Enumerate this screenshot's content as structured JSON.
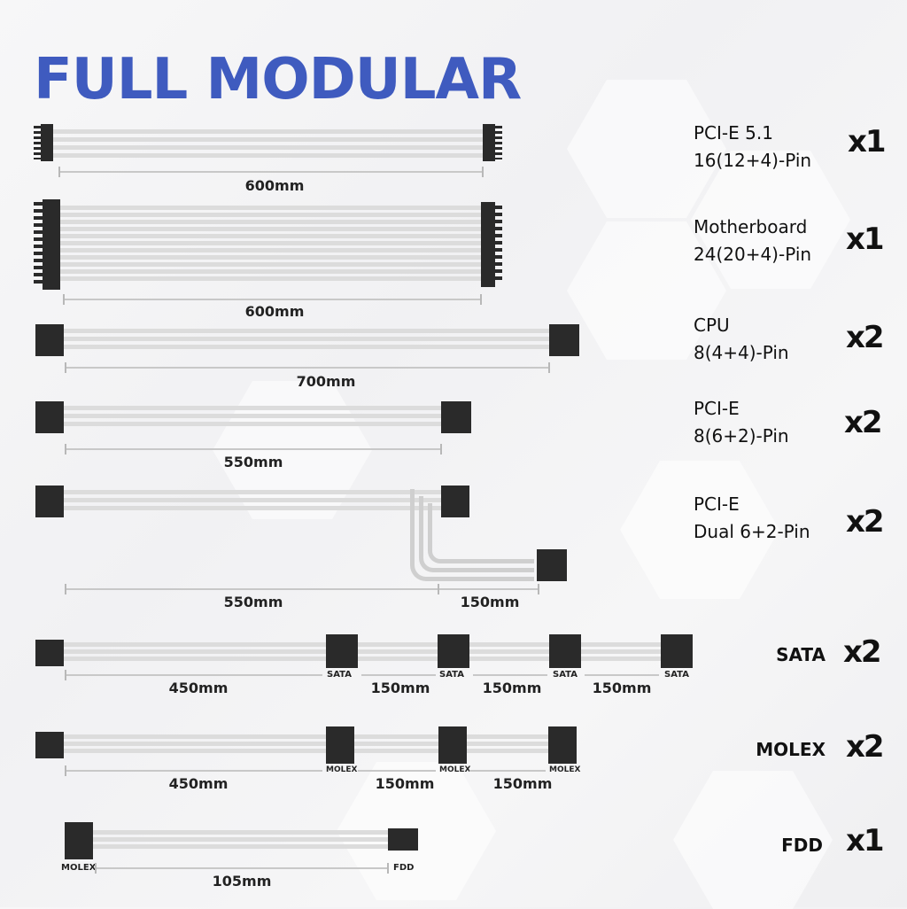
{
  "title": "FULL MODULAR",
  "colors": {
    "title": "#3f5bbf",
    "connector": "#2a2a2a",
    "wire": "#dcdcdc"
  },
  "cables": [
    {
      "name_line1": "PCI-E 5.1",
      "name_line2": "16(12+4)-Pin",
      "qty": "x1",
      "lengths": [
        "600mm"
      ]
    },
    {
      "name_line1": "Motherboard",
      "name_line2": "24(20+4)-Pin",
      "qty": "x1",
      "lengths": [
        "600mm"
      ]
    },
    {
      "name_line1": "CPU",
      "name_line2": "8(4+4)-Pin",
      "qty": "x2",
      "lengths": [
        "700mm"
      ]
    },
    {
      "name_line1": "PCI-E",
      "name_line2": "8(6+2)-Pin",
      "qty": "x2",
      "lengths": [
        "550mm"
      ]
    },
    {
      "name_line1": "PCI-E",
      "name_line2": "Dual 6+2-Pin",
      "qty": "x2",
      "lengths": [
        "550mm",
        "150mm"
      ]
    },
    {
      "name_line1": "SATA",
      "qty": "x2",
      "lengths": [
        "450mm",
        "150mm",
        "150mm",
        "150mm"
      ],
      "connector_tags": [
        "SATA",
        "SATA",
        "SATA",
        "SATA"
      ]
    },
    {
      "name_line1": "MOLEX",
      "qty": "x2",
      "lengths": [
        "450mm",
        "150mm",
        "150mm"
      ],
      "connector_tags": [
        "MOLEX",
        "MOLEX",
        "MOLEX"
      ]
    },
    {
      "name_line1": "FDD",
      "qty": "x1",
      "lengths": [
        "105mm"
      ],
      "connector_tags": [
        "MOLEX",
        "FDD"
      ]
    }
  ]
}
